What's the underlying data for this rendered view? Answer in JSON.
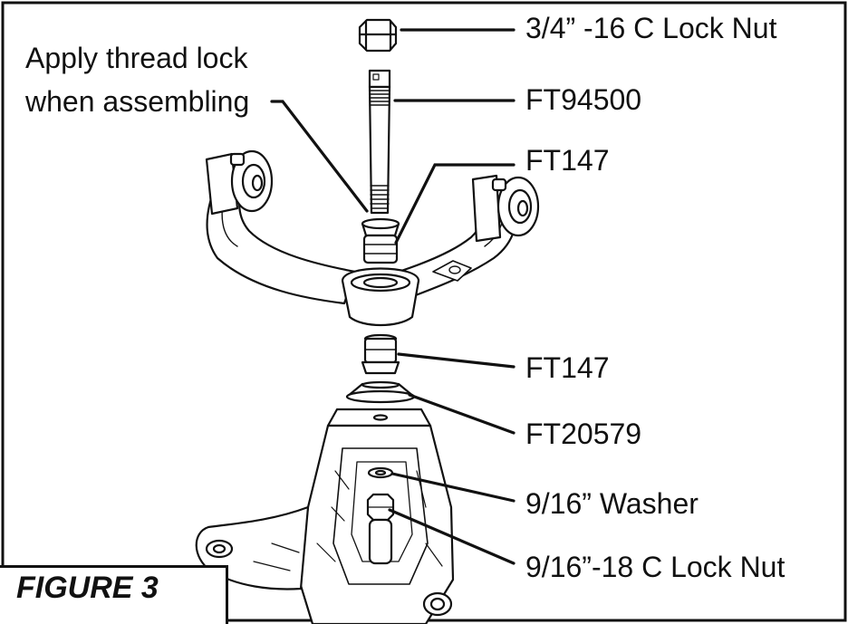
{
  "callouts": {
    "lock_nut_top": "3/4” -16 C Lock Nut",
    "stud": "FT94500",
    "bushing_top": "FT147",
    "bushing_bottom": "FT147",
    "seat": "FT20579",
    "washer": "9/16” Washer",
    "lock_nut_bottom": "9/16”-18 C Lock Nut"
  },
  "note": {
    "line1": "Apply thread lock",
    "line2": "when assembling"
  },
  "caption": "FIGURE 3",
  "colors": {
    "ink": "#111111",
    "background": "#ffffff"
  }
}
